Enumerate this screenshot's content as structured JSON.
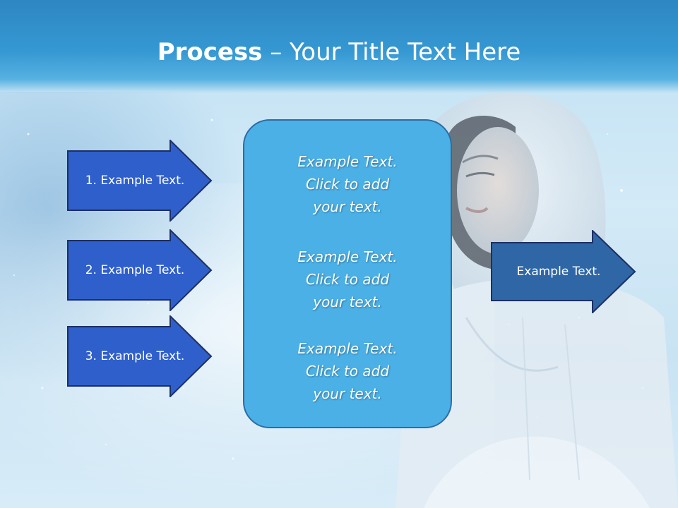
{
  "title": {
    "bold": "Process",
    "rest": " – Your Title Text Here"
  },
  "left_arrows": [
    {
      "label": "1. Example Text."
    },
    {
      "label": "2. Example Text."
    },
    {
      "label": "3. Example Text."
    }
  ],
  "center_box": {
    "blocks": [
      {
        "line1": "Example Text.",
        "line2": "Click  to add",
        "line3": "your text."
      },
      {
        "line1": "Example Text.",
        "line2": "Click  to add",
        "line3": "your text."
      },
      {
        "line1": "Example Text.",
        "line2": "Click  to add",
        "line3": "your text."
      }
    ]
  },
  "right_arrow": {
    "label": "Example Text."
  },
  "colors": {
    "left_arrow_fill": "#2f5fcb",
    "right_arrow_fill": "#2f67a6",
    "arrow_border": "#1c2f66",
    "center_fill": "#4bb0e6",
    "title_bar": "#3598d2"
  }
}
